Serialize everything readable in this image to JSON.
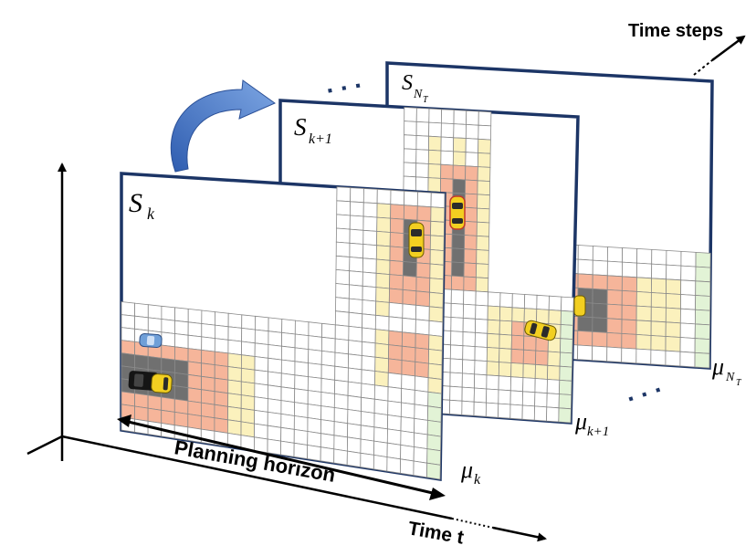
{
  "labels": {
    "time_steps": "Time steps",
    "planning_horizon": "Planning horizon",
    "time_t": "Time t",
    "dots_top": ". . .",
    "dots_bottom": ". . ."
  },
  "frames": [
    {
      "id": "k",
      "state_symbol": "S",
      "state_sub": "k",
      "mu_symbol": "μ",
      "mu_sub": "k"
    },
    {
      "id": "k1",
      "state_symbol": "S",
      "state_sub": "k+1",
      "mu_symbol": "μ",
      "mu_sub": "k+1"
    },
    {
      "id": "NT",
      "state_symbol": "S",
      "state_sub": "N",
      "state_subsub": "T",
      "mu_symbol": "μ",
      "mu_sub": "N",
      "mu_subsub": "T"
    }
  ],
  "colors": {
    "frame_border": "#1c3566",
    "grid_line": "#8a8a8a",
    "risk_red": "#f6b59a",
    "risk_yellow": "#fbf1bd",
    "risk_green": "#e2f3d6",
    "occupied": "#707070",
    "curved_arrow": "#4a78c4",
    "car_yellow": "#f2cf21",
    "car_black": "#151515",
    "car_blue": "#6f9fd8"
  },
  "icons": [
    "curved-arrow-icon",
    "yellow-car-icon",
    "black-car-icon",
    "blue-car-icon"
  ]
}
